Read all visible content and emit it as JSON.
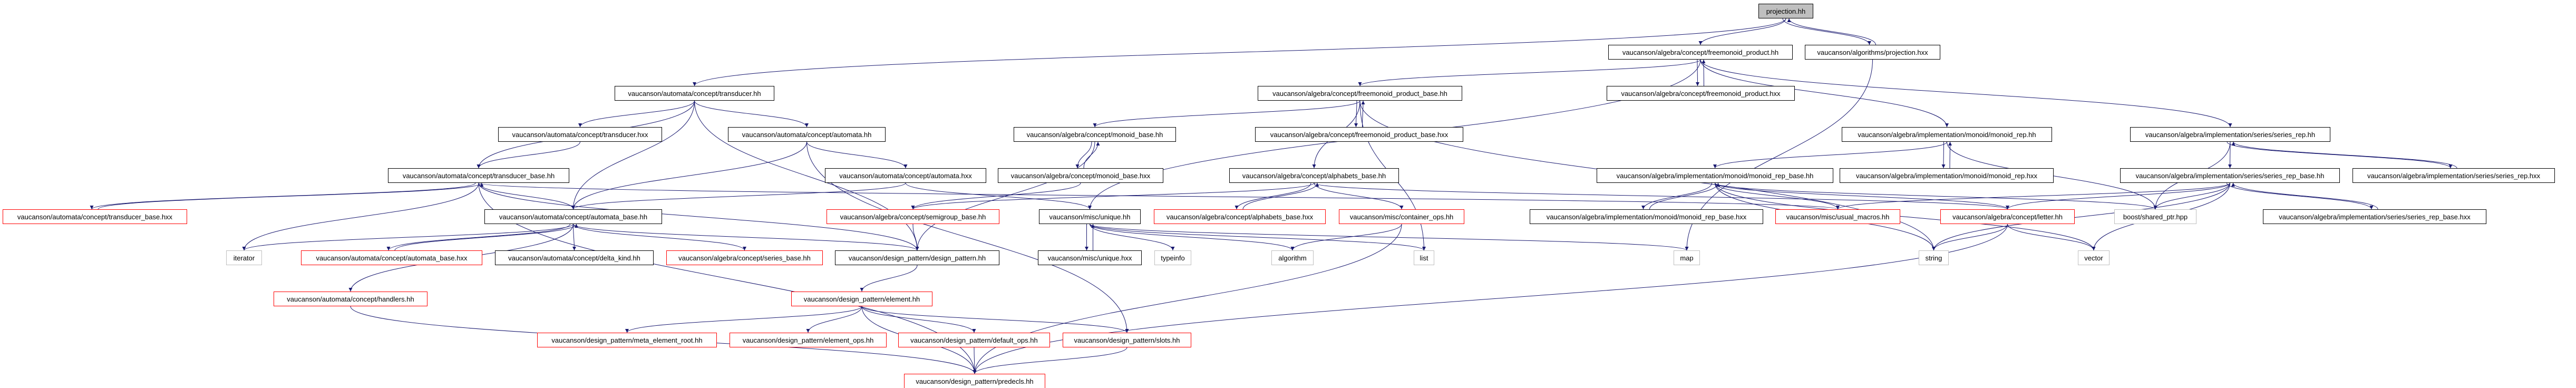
{
  "colors": {
    "edge": "#191970",
    "normal_border": "#000000",
    "incomplete_border": "#ff0000",
    "external_border": "#bfbfbf",
    "current_fill": "#bfbfbf"
  },
  "nodes": [
    {
      "id": "projection_hh",
      "label": "projection.hh",
      "style": "current"
    },
    {
      "id": "freemonoid_product_hh",
      "label": "vaucanson/algebra/concept/freemonoid_product.hh",
      "style": "normal"
    },
    {
      "id": "projection_hxx",
      "label": "vaucanson/algorithms/projection.hxx",
      "style": "normal"
    },
    {
      "id": "transducer_hh",
      "label": "vaucanson/automata/concept/transducer.hh",
      "style": "normal"
    },
    {
      "id": "freemonoid_product_base_hh",
      "label": "vaucanson/algebra/concept/freemonoid_product_base.hh",
      "style": "normal"
    },
    {
      "id": "freemonoid_product_hxx",
      "label": "vaucanson/algebra/concept/freemonoid_product.hxx",
      "style": "normal"
    },
    {
      "id": "transducer_hxx",
      "label": "vaucanson/automata/concept/transducer.hxx",
      "style": "normal"
    },
    {
      "id": "automata_hh",
      "label": "vaucanson/automata/concept/automata.hh",
      "style": "normal"
    },
    {
      "id": "monoid_base_hh",
      "label": "vaucanson/algebra/concept/monoid_base.hh",
      "style": "normal"
    },
    {
      "id": "freemonoid_product_base_hxx",
      "label": "vaucanson/algebra/concept/freemonoid_product_base.hxx",
      "style": "normal"
    },
    {
      "id": "monoid_rep_hh",
      "label": "vaucanson/algebra/implementation/monoid/monoid_rep.hh",
      "style": "normal"
    },
    {
      "id": "series_rep_hh",
      "label": "vaucanson/algebra/implementation/series/series_rep.hh",
      "style": "normal"
    },
    {
      "id": "transducer_base_hh",
      "label": "vaucanson/automata/concept/transducer_base.hh",
      "style": "normal"
    },
    {
      "id": "automata_hxx",
      "label": "vaucanson/automata/concept/automata.hxx",
      "style": "normal"
    },
    {
      "id": "monoid_base_hxx",
      "label": "vaucanson/algebra/concept/monoid_base.hxx",
      "style": "normal"
    },
    {
      "id": "alphabets_base_hh",
      "label": "vaucanson/algebra/concept/alphabets_base.hh",
      "style": "normal"
    },
    {
      "id": "monoid_rep_base_hh",
      "label": "vaucanson/algebra/implementation/monoid/monoid_rep_base.hh",
      "style": "normal"
    },
    {
      "id": "monoid_rep_hxx",
      "label": "vaucanson/algebra/implementation/monoid/monoid_rep.hxx",
      "style": "normal"
    },
    {
      "id": "series_rep_base_hh",
      "label": "vaucanson/algebra/implementation/series/series_rep_base.hh",
      "style": "normal"
    },
    {
      "id": "series_rep_hxx",
      "label": "vaucanson/algebra/implementation/series/series_rep.hxx",
      "style": "normal"
    },
    {
      "id": "transducer_base_hxx",
      "label": "vaucanson/automata/concept/transducer_base.hxx",
      "style": "red"
    },
    {
      "id": "automata_base_hh",
      "label": "vaucanson/automata/concept/automata_base.hh",
      "style": "normal"
    },
    {
      "id": "semigroup_base_hh",
      "label": "vaucanson/algebra/concept/semigroup_base.hh",
      "style": "red"
    },
    {
      "id": "unique_hh",
      "label": "vaucanson/misc/unique.hh",
      "style": "normal"
    },
    {
      "id": "alphabets_base_hxx",
      "label": "vaucanson/algebra/concept/alphabets_base.hxx",
      "style": "red"
    },
    {
      "id": "container_ops_hh",
      "label": "vaucanson/misc/container_ops.hh",
      "style": "red"
    },
    {
      "id": "monoid_rep_base_hxx",
      "label": "vaucanson/algebra/implementation/monoid/monoid_rep_base.hxx",
      "style": "normal"
    },
    {
      "id": "usual_macros_hh",
      "label": "vaucanson/misc/usual_macros.hh",
      "style": "red"
    },
    {
      "id": "letter_hh",
      "label": "vaucanson/algebra/concept/letter.hh",
      "style": "red"
    },
    {
      "id": "shared_ptr_hpp",
      "label": "boost/shared_ptr.hpp",
      "style": "gray"
    },
    {
      "id": "series_rep_base_hxx",
      "label": "vaucanson/algebra/implementation/series/series_rep_base.hxx",
      "style": "normal"
    },
    {
      "id": "iterator",
      "label": "iterator",
      "style": "gray"
    },
    {
      "id": "automata_base_hxx",
      "label": "vaucanson/automata/concept/automata_base.hxx",
      "style": "red"
    },
    {
      "id": "delta_kind_hh",
      "label": "vaucanson/automata/concept/delta_kind.hh",
      "style": "normal"
    },
    {
      "id": "series_base_hh",
      "label": "vaucanson/algebra/concept/series_base.hh",
      "style": "red"
    },
    {
      "id": "design_pattern_hh",
      "label": "vaucanson/design_pattern/design_pattern.hh",
      "style": "normal"
    },
    {
      "id": "unique_hxx",
      "label": "vaucanson/misc/unique.hxx",
      "style": "normal"
    },
    {
      "id": "typeinfo",
      "label": "typeinfo",
      "style": "gray"
    },
    {
      "id": "algorithm",
      "label": "algorithm",
      "style": "gray"
    },
    {
      "id": "list",
      "label": "list",
      "style": "gray"
    },
    {
      "id": "map",
      "label": "map",
      "style": "gray"
    },
    {
      "id": "string",
      "label": "string",
      "style": "gray"
    },
    {
      "id": "vector",
      "label": "vector",
      "style": "gray"
    },
    {
      "id": "handlers_hh",
      "label": "vaucanson/automata/concept/handlers.hh",
      "style": "red"
    },
    {
      "id": "element_hh",
      "label": "vaucanson/design_pattern/element.hh",
      "style": "red"
    },
    {
      "id": "meta_element_root_hh",
      "label": "vaucanson/design_pattern/meta_element_root.hh",
      "style": "red"
    },
    {
      "id": "element_ops_hh",
      "label": "vaucanson/design_pattern/element_ops.hh",
      "style": "red"
    },
    {
      "id": "default_ops_hh",
      "label": "vaucanson/design_pattern/default_ops.hh",
      "style": "red"
    },
    {
      "id": "slots_hh",
      "label": "vaucanson/design_pattern/slots.hh",
      "style": "red"
    },
    {
      "id": "predecls_hh",
      "label": "vaucanson/design_pattern/predecls.hh",
      "style": "red"
    }
  ],
  "edges": [
    [
      "projection_hh",
      "transducer_hh"
    ],
    [
      "projection_hh",
      "freemonoid_product_hh"
    ],
    [
      "projection_hh",
      "projection_hxx"
    ],
    [
      "projection_hxx",
      "projection_hh"
    ],
    [
      "projection_hxx",
      "map"
    ],
    [
      "transducer_hh",
      "transducer_base_hh"
    ],
    [
      "transducer_hh",
      "transducer_hxx"
    ],
    [
      "transducer_hh",
      "automata_hh"
    ],
    [
      "transducer_hh",
      "automata_base_hh"
    ],
    [
      "transducer_hh",
      "design_pattern_hh"
    ],
    [
      "transducer_hxx",
      "transducer_base_hh"
    ],
    [
      "automata_hh",
      "automata_base_hh"
    ],
    [
      "automata_hh",
      "automata_hxx"
    ],
    [
      "automata_hh",
      "slots_hh"
    ],
    [
      "automata_hxx",
      "automata_base_hh"
    ],
    [
      "automata_hxx",
      "unique_hh"
    ],
    [
      "transducer_base_hh",
      "transducer_base_hxx"
    ],
    [
      "transducer_base_hh",
      "automata_base_hh"
    ],
    [
      "transducer_base_hh",
      "iterator"
    ],
    [
      "transducer_base_hh",
      "design_pattern_hh"
    ],
    [
      "transducer_base_hh",
      "predecls_hh"
    ],
    [
      "transducer_base_hh",
      "usual_macros_hh"
    ],
    [
      "transducer_base_hxx",
      "transducer_base_hh"
    ],
    [
      "automata_base_hh",
      "iterator"
    ],
    [
      "automata_base_hh",
      "automata_base_hxx"
    ],
    [
      "automata_base_hh",
      "delta_kind_hh"
    ],
    [
      "automata_base_hh",
      "series_base_hh"
    ],
    [
      "automata_base_hh",
      "design_pattern_hh"
    ],
    [
      "automata_base_hh",
      "handlers_hh"
    ],
    [
      "automata_base_hxx",
      "automata_base_hh"
    ],
    [
      "handlers_hh",
      "predecls_hh"
    ],
    [
      "design_pattern_hh",
      "element_hh"
    ],
    [
      "element_hh",
      "meta_element_root_hh"
    ],
    [
      "element_hh",
      "element_ops_hh"
    ],
    [
      "element_hh",
      "default_ops_hh"
    ],
    [
      "element_hh",
      "slots_hh"
    ],
    [
      "element_hh",
      "predecls_hh"
    ],
    [
      "default_ops_hh",
      "predecls_hh"
    ],
    [
      "slots_hh",
      "predecls_hh"
    ],
    [
      "freemonoid_product_hh",
      "freemonoid_product_base_hh"
    ],
    [
      "freemonoid_product_hh",
      "freemonoid_product_hxx"
    ],
    [
      "freemonoid_product_hh",
      "unique_hh"
    ],
    [
      "freemonoid_product_hh",
      "monoid_rep_hh"
    ],
    [
      "freemonoid_product_hh",
      "series_rep_hh"
    ],
    [
      "freemonoid_product_hxx",
      "freemonoid_product_hh"
    ],
    [
      "freemonoid_product_base_hh",
      "monoid_base_hh"
    ],
    [
      "freemonoid_product_base_hh",
      "freemonoid_product_base_hxx"
    ],
    [
      "freemonoid_product_base_hh",
      "alphabets_base_hh"
    ],
    [
      "freemonoid_product_base_hh",
      "list"
    ],
    [
      "freemonoid_product_base_hh",
      "string"
    ],
    [
      "freemonoid_product_base_hxx",
      "freemonoid_product_base_hh"
    ],
    [
      "monoid_base_hh",
      "monoid_base_hxx"
    ],
    [
      "monoid_base_hh",
      "design_pattern_hh"
    ],
    [
      "monoid_base_hxx",
      "monoid_base_hh"
    ],
    [
      "monoid_base_hxx",
      "semigroup_base_hh"
    ],
    [
      "semigroup_base_hh",
      "design_pattern_hh"
    ],
    [
      "alphabets_base_hh",
      "semigroup_base_hh"
    ],
    [
      "alphabets_base_hh",
      "alphabets_base_hxx"
    ],
    [
      "alphabets_base_hh",
      "container_ops_hh"
    ],
    [
      "alphabets_base_hh",
      "letter_hh"
    ],
    [
      "alphabets_base_hxx",
      "alphabets_base_hh"
    ],
    [
      "container_ops_hh",
      "algorithm"
    ],
    [
      "container_ops_hh",
      "predecls_hh"
    ],
    [
      "unique_hh",
      "unique_hxx"
    ],
    [
      "unique_hh",
      "typeinfo"
    ],
    [
      "unique_hh",
      "algorithm"
    ],
    [
      "unique_hh",
      "list"
    ],
    [
      "unique_hh",
      "map"
    ],
    [
      "unique_hxx",
      "unique_hh"
    ],
    [
      "monoid_rep_hh",
      "monoid_rep_base_hh"
    ],
    [
      "monoid_rep_hh",
      "monoid_rep_hxx"
    ],
    [
      "monoid_rep_hh",
      "shared_ptr_hpp"
    ],
    [
      "monoid_rep_hxx",
      "monoid_rep_hh"
    ],
    [
      "monoid_rep_base_hh",
      "monoid_rep_base_hxx"
    ],
    [
      "monoid_rep_base_hh",
      "usual_macros_hh"
    ],
    [
      "monoid_rep_base_hh",
      "letter_hh"
    ],
    [
      "monoid_rep_base_hh",
      "shared_ptr_hpp"
    ],
    [
      "monoid_rep_base_hh",
      "string"
    ],
    [
      "monoid_rep_base_hh",
      "vector"
    ],
    [
      "monoid_rep_base_hxx",
      "monoid_rep_base_hh"
    ],
    [
      "letter_hh",
      "string"
    ],
    [
      "letter_hh",
      "vector"
    ],
    [
      "letter_hh",
      "predecls_hh"
    ],
    [
      "series_rep_hh",
      "series_rep_base_hh"
    ],
    [
      "series_rep_hh",
      "series_rep_hxx"
    ],
    [
      "series_rep_hh",
      "shared_ptr_hpp"
    ],
    [
      "series_rep_hxx",
      "series_rep_hh"
    ],
    [
      "series_rep_base_hh",
      "usual_macros_hh"
    ],
    [
      "series_rep_base_hh",
      "letter_hh"
    ],
    [
      "series_rep_base_hh",
      "shared_ptr_hpp"
    ],
    [
      "series_rep_base_hh",
      "series_rep_base_hxx"
    ],
    [
      "series_rep_base_hh",
      "string"
    ],
    [
      "series_rep_base_hh",
      "vector"
    ],
    [
      "series_rep_base_hxx",
      "series_rep_base_hh"
    ]
  ]
}
